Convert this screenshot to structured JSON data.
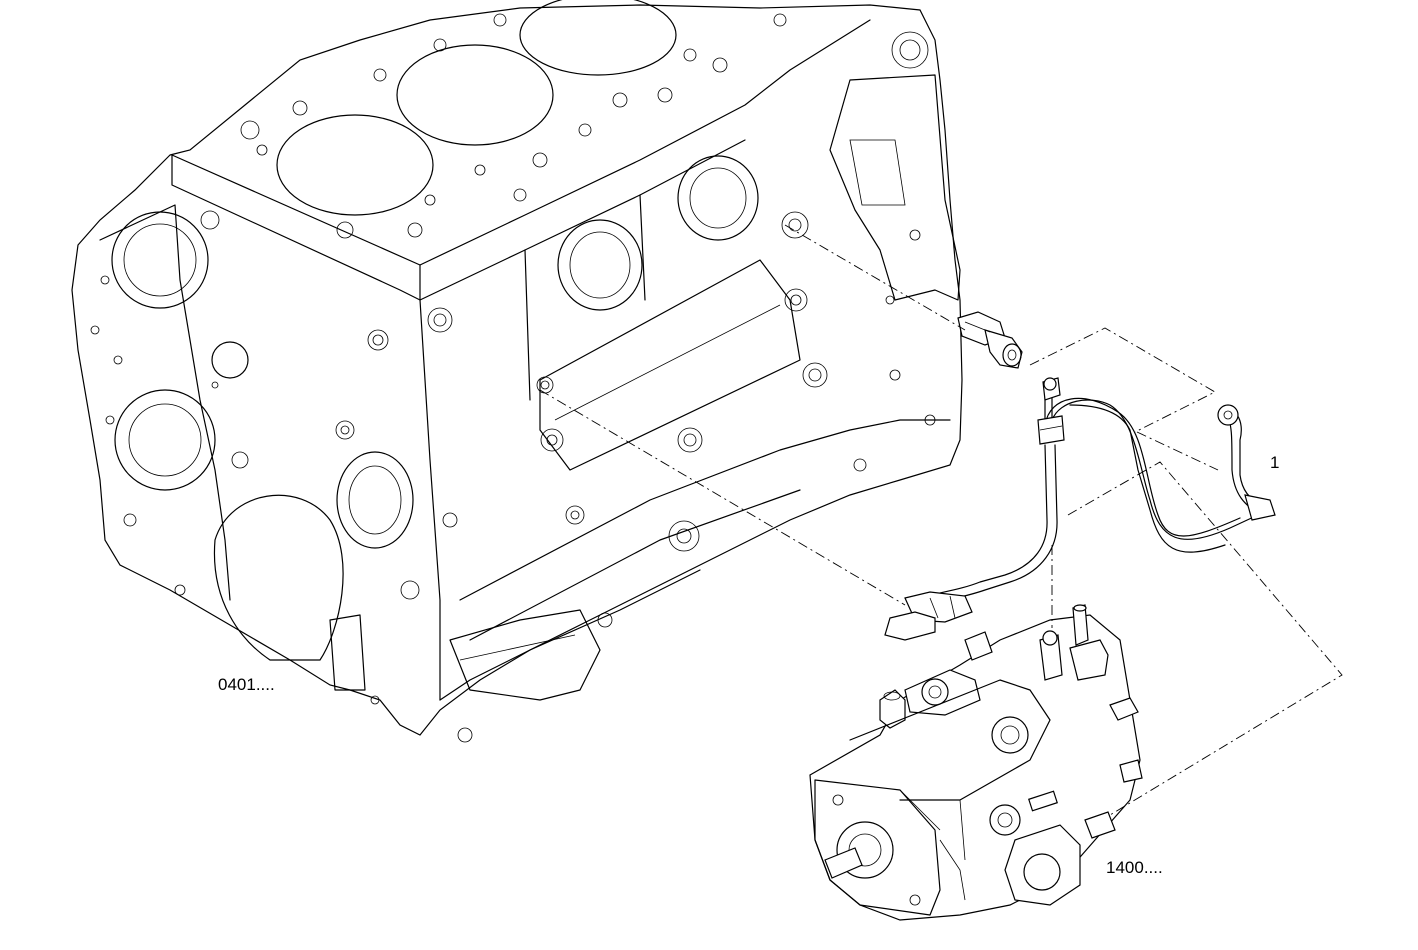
{
  "labels": {
    "engine_block": "0401....",
    "injection_pump": "1400....",
    "sensor_harness": "1"
  },
  "colors": {
    "ink": "#000000",
    "background": "#ffffff"
  }
}
